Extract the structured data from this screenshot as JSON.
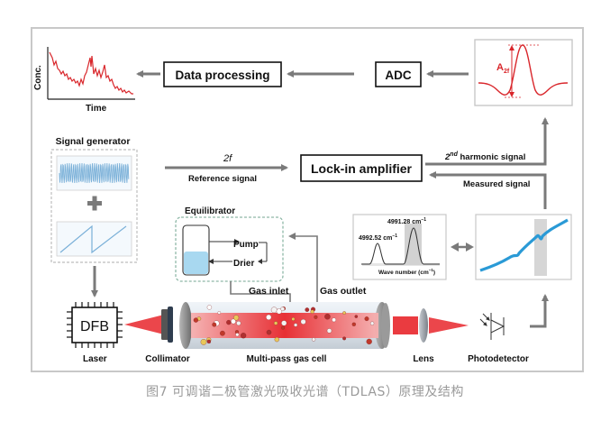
{
  "labels": {
    "conc": "Conc.",
    "time": "Time",
    "data_processing": "Data processing",
    "adc": "ADC",
    "a2f": "A",
    "a2f_sub": "2f",
    "signal_generator": "Signal generator",
    "two_f": "2f",
    "reference_signal": "Reference signal",
    "lock_in": "Lock-in amplifier",
    "harmonic_prefix": "2",
    "harmonic_sup": "nd",
    "harmonic_suffix": " harmonic signal",
    "measured_signal": "Measured signal",
    "equilibrator": "Equilibrator",
    "pump": "Pump",
    "drier": "Drier",
    "wn_peak1": "4991.28 cm",
    "wn_peak2": "4992.52 cm",
    "wn_sup": "−1",
    "wave_number": "Wave number (cm",
    "wave_number_end": ")",
    "gas_inlet": "Gas inlet",
    "gas_outlet": "Gas outlet",
    "dfb": "DFB",
    "laser": "Laser",
    "collimator": "Collimator",
    "gas_cell": "Multi-pass gas cell",
    "lens": "Lens",
    "photodetector": "Photodetector"
  },
  "caption": "图7 可调谐二极管激光吸收光谱（TDLAS）原理及结构",
  "colors": {
    "laser_red": "#e8262b",
    "signal_red": "#d9262b",
    "sine_blue": "#7ab0d8",
    "abs_blue": "#2a9ad6",
    "water_blue": "#a8d8f0",
    "arrow_gray": "#7a7a7a",
    "dash_green": "#8fb8a8",
    "frame_gray": "#c8c8c8"
  }
}
